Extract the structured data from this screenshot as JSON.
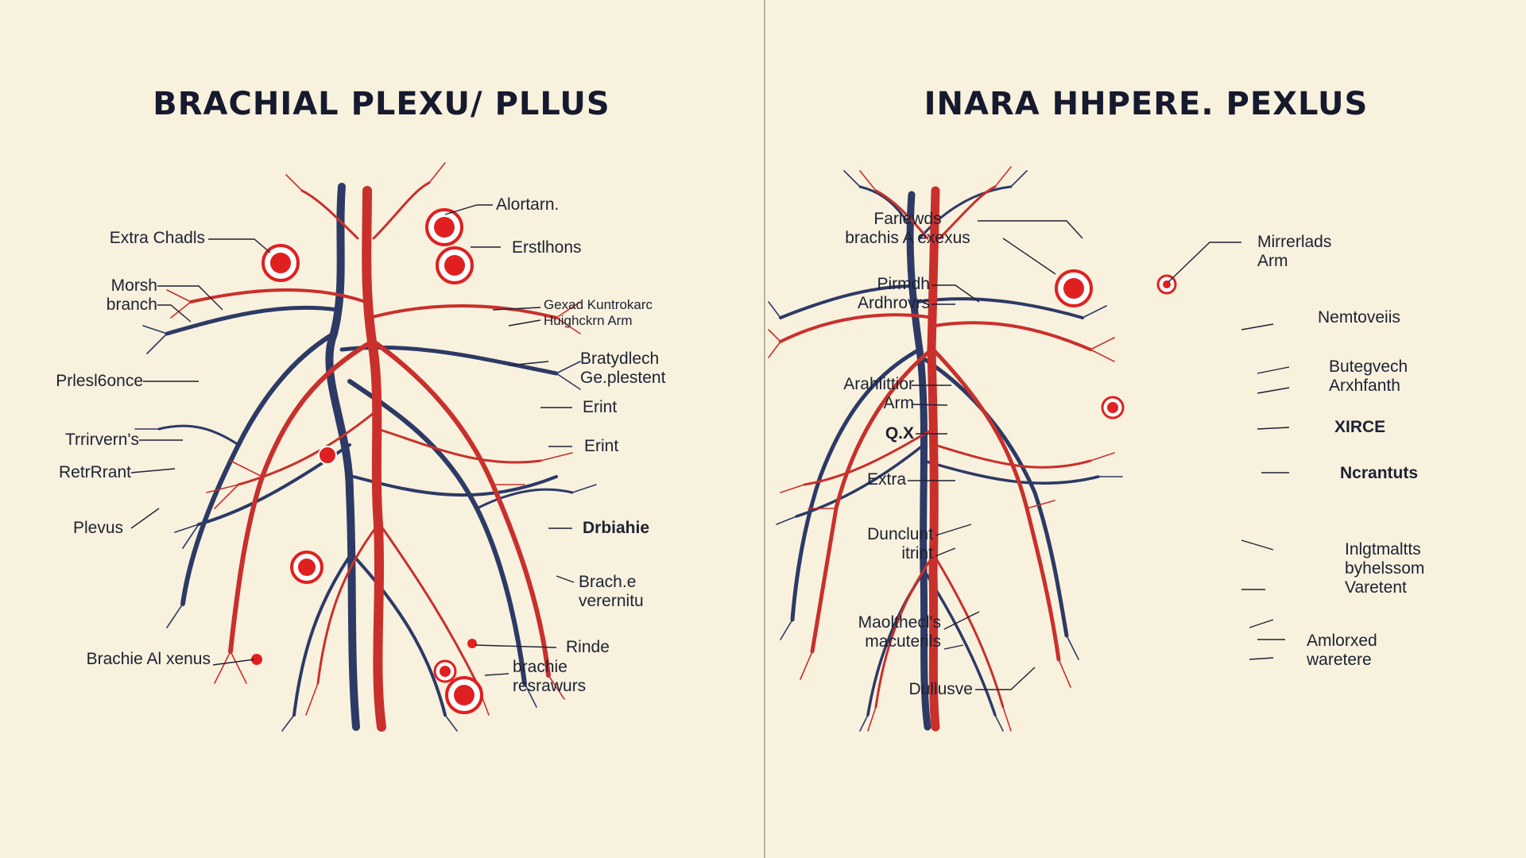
{
  "colors": {
    "background": "#f8f1de",
    "artery": "#c9302c",
    "vein": "#2d3a66",
    "marker": "#e02020",
    "text": "#1d2133",
    "divider": "#b9b3a4"
  },
  "left": {
    "title": "BRACHIAL PLEXU/ PLLUS",
    "labels": [
      {
        "text": "Alortarn."
      },
      {
        "text": "Extra Chadls"
      },
      {
        "text": "Erstlhons"
      },
      {
        "text": "Morsh\nbranch"
      },
      {
        "text": "Gexad Kuntrokarc\nHuighckrn Arm"
      },
      {
        "text": "Bratydlech\nGe.plestent"
      },
      {
        "text": "Prlesl6once"
      },
      {
        "text": "Erint"
      },
      {
        "text": "Trrirvern's"
      },
      {
        "text": "Erint"
      },
      {
        "text": "RetrRrant"
      },
      {
        "text": "Drbiahie"
      },
      {
        "text": "Plevus"
      },
      {
        "text": "Brach.e\nverernitu"
      },
      {
        "text": "Brachie Al xenus"
      },
      {
        "text": "Rinde"
      },
      {
        "text": "brachie\nresrawurs"
      }
    ]
  },
  "right": {
    "title": "INARA HHPERE. PEXLUS",
    "labels": [
      {
        "text": "Farlewds\nbrachis A exexus"
      },
      {
        "text": "Mirrerlads\nArm"
      },
      {
        "text": "Pirmdh\nArdhrovrs"
      },
      {
        "text": "Nemtoveiis"
      },
      {
        "text": "Arahlittior\nArm"
      },
      {
        "text": "Butegvech\nArxhfanth"
      },
      {
        "text": "Q.X"
      },
      {
        "text": "XIRCE"
      },
      {
        "text": "Extra"
      },
      {
        "text": "Ncrantuts"
      },
      {
        "text": "Dunclunt\nitrint"
      },
      {
        "text": "Inlgtmaltts\nbyhelssom\nVaretent"
      },
      {
        "text": "Maolthecl's\nmacuterils"
      },
      {
        "text": "Amlorxed\nwaretere"
      },
      {
        "text": "Dullusve"
      }
    ]
  }
}
